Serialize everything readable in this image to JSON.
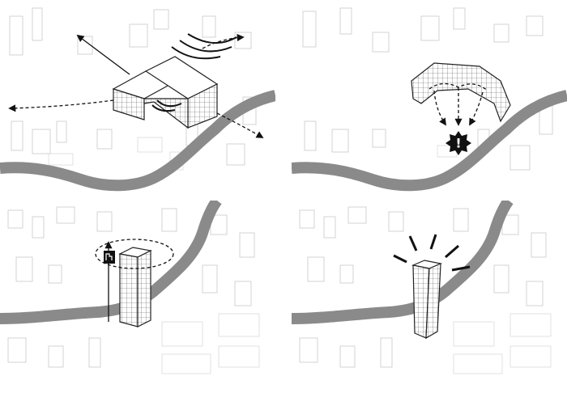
{
  "figure": {
    "panels": [
      {
        "id": "p1",
        "concept": "signal-broadcast"
      },
      {
        "id": "p2",
        "concept": "canopy-alert"
      },
      {
        "id": "p3",
        "concept": "vertical-tower-access"
      },
      {
        "id": "p4",
        "concept": "tower-radiance"
      }
    ],
    "alert_glyph": "!",
    "colors": {
      "ink": "#111111",
      "river": "#8a8a8a",
      "context": "#c9c9c9",
      "background": "#ffffff"
    },
    "icons": {
      "alert": "alert-burst-icon",
      "access": "access-box-icon",
      "signal": "signal-waves-icon"
    }
  }
}
